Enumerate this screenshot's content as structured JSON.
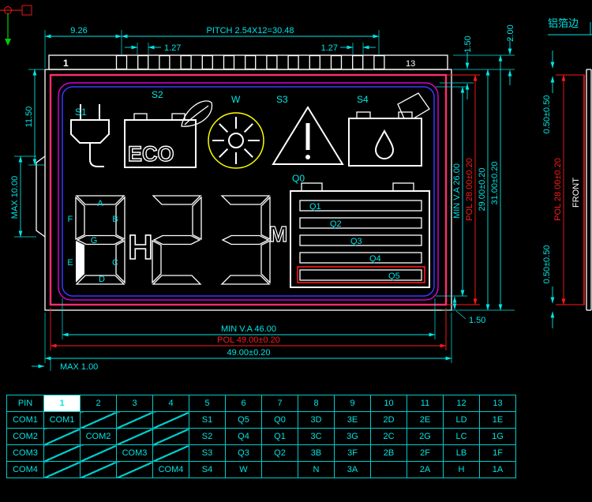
{
  "colors": {
    "cyan": "#00e5e5",
    "red": "#ff1a1a",
    "magenta": "#ff00ff",
    "yellow": "#ffff00",
    "white": "#ffffff",
    "blue": "#3a3aff",
    "pol_pink": "#ff2e6d",
    "green": "#00cc00"
  },
  "dims": {
    "top_left_offset": "9.26",
    "pitch": "PITCH 2.54X12=30.48",
    "pin_width_left": "1.27",
    "pin_width_right": "1.27",
    "pin_height": "2.00",
    "top_gap": "1.50",
    "left_height": "11.50",
    "left_max": "MAX 10.00",
    "right_min_va": "MIN V.A 26.00",
    "right_pol": "POL 28.00±0.20",
    "right_glass": "29.00±0.20",
    "right_overall": "31.00±0.20",
    "right_gap": "1.50",
    "bottom_min_va": "MIN V.A 46.00",
    "bottom_pol": "POL 49.00±0.20",
    "bottom_glass": "49.00±0.20",
    "bottom_max": "MAX 1.00"
  },
  "pin_strip": {
    "first_pin": "1",
    "last_pin": "13",
    "count": 13
  },
  "lcd": {
    "labels": {
      "s1": "S1",
      "s2": "S2",
      "w": "W",
      "s3": "S3",
      "s4": "S4",
      "eco": "ECO",
      "q0": "Q0",
      "h": "H",
      "m": "M"
    },
    "seg_labels": [
      "A",
      "B",
      "C",
      "D",
      "E",
      "F",
      "G"
    ],
    "gauge_bars": [
      "Q1",
      "Q2",
      "Q3",
      "Q4",
      "Q5"
    ],
    "digits": [
      {
        "name": "seven-segment-digit-1",
        "segments": "ABCDEFG",
        "filled": "E",
        "labeled": true
      },
      {
        "name": "seven-segment-digit-2",
        "segments": "ABGED",
        "filled": "",
        "labeled": false
      },
      {
        "name": "seven-segment-digit-3",
        "segments": "ABGCD",
        "filled": "",
        "labeled": false
      }
    ]
  },
  "side_view": {
    "edge_note": "铝箔边",
    "front_label": "FRONT",
    "top_tolerance": "0.50±0.50",
    "pol": "POL 28.00±0.20",
    "bottom_tolerance": "0.50±0.50"
  },
  "pin_table": {
    "header": {
      "labels": [
        "PIN",
        "1",
        "2",
        "3",
        "4",
        "5",
        "6",
        "7",
        "8",
        "9",
        "10",
        "11",
        "12",
        "13"
      ],
      "invert_index": 1
    },
    "rows": [
      {
        "label": "COM1",
        "color": "red",
        "cells": [
          {
            "t": "COM1",
            "color": "red"
          },
          {
            "diag": true
          },
          {
            "diag": true
          },
          {
            "diag": true
          },
          {
            "t": "S1"
          },
          {
            "t": "Q5"
          },
          {
            "t": "Q0"
          },
          {
            "t": "3D"
          },
          {
            "t": "3E"
          },
          {
            "t": "2D"
          },
          {
            "t": "2E"
          },
          {
            "t": "LD"
          },
          {
            "t": "1E"
          }
        ]
      },
      {
        "label": "COM2",
        "color": "yellow",
        "cells": [
          {
            "diag": true
          },
          {
            "t": "COM2",
            "color": "yellow"
          },
          {
            "diag": true
          },
          {
            "diag": true
          },
          {
            "t": "S2"
          },
          {
            "t": "Q4"
          },
          {
            "t": "Q1"
          },
          {
            "t": "3C"
          },
          {
            "t": "3G"
          },
          {
            "t": "2C"
          },
          {
            "t": "2G"
          },
          {
            "t": "LC"
          },
          {
            "t": "1G"
          }
        ]
      },
      {
        "label": "COM3",
        "color": "cyan",
        "cells": [
          {
            "diag": true
          },
          {
            "diag": true
          },
          {
            "t": "COM3",
            "color": "cyan"
          },
          {
            "diag": true
          },
          {
            "t": "S3"
          },
          {
            "t": "Q3"
          },
          {
            "t": "Q2"
          },
          {
            "t": "3B"
          },
          {
            "t": "3F"
          },
          {
            "t": "2B"
          },
          {
            "t": "2F"
          },
          {
            "t": "LB"
          },
          {
            "t": "1F"
          }
        ]
      },
      {
        "label": "COM4",
        "color": "magenta",
        "cells": [
          {
            "diag": true
          },
          {
            "diag": true
          },
          {
            "diag": true
          },
          {
            "t": "COM4",
            "color": "magenta"
          },
          {
            "t": "S4"
          },
          {
            "t": "W"
          },
          {
            "t": ""
          },
          {
            "t": "N"
          },
          {
            "t": "3A"
          },
          {
            "t": ""
          },
          {
            "t": "2A"
          },
          {
            "t": "H"
          },
          {
            "t": "1A"
          }
        ]
      }
    ]
  }
}
